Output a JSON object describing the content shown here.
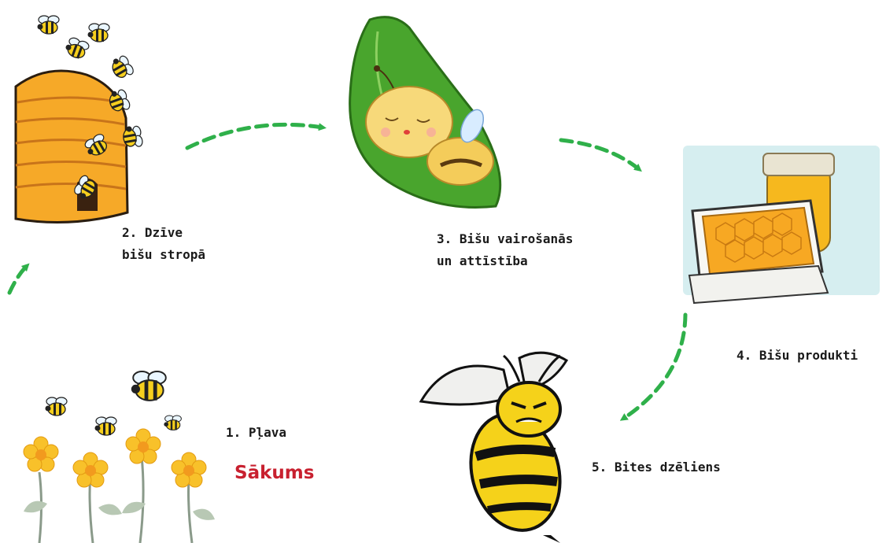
{
  "steps": [
    {
      "id": "step-1",
      "line1": "1. Pļava",
      "line2": ""
    },
    {
      "id": "step-2",
      "line1": "2. Dzīve",
      "line2": "bišu stropā"
    },
    {
      "id": "step-3",
      "line1": "3. Bišu vairošanās",
      "line2": "un attīstība"
    },
    {
      "id": "step-4",
      "line1": "4. Bišu produkti",
      "line2": ""
    },
    {
      "id": "step-5",
      "line1": "5. Bites dzēliens",
      "line2": ""
    }
  ],
  "start_label": "Sākums",
  "colors": {
    "arrow": "#2fb04a",
    "start_text": "#c8202f",
    "honey": "#f7a823",
    "leaf": "#3f9a2a",
    "bee_yellow": "#f5d21a"
  },
  "icons": [
    "bees-with-hive-icon",
    "sleeping-baby-bee-in-leaf-icon",
    "honey-jar-and-honeycomb-icon",
    "angry-wasp-icon",
    "flowers-with-bees-icon"
  ]
}
